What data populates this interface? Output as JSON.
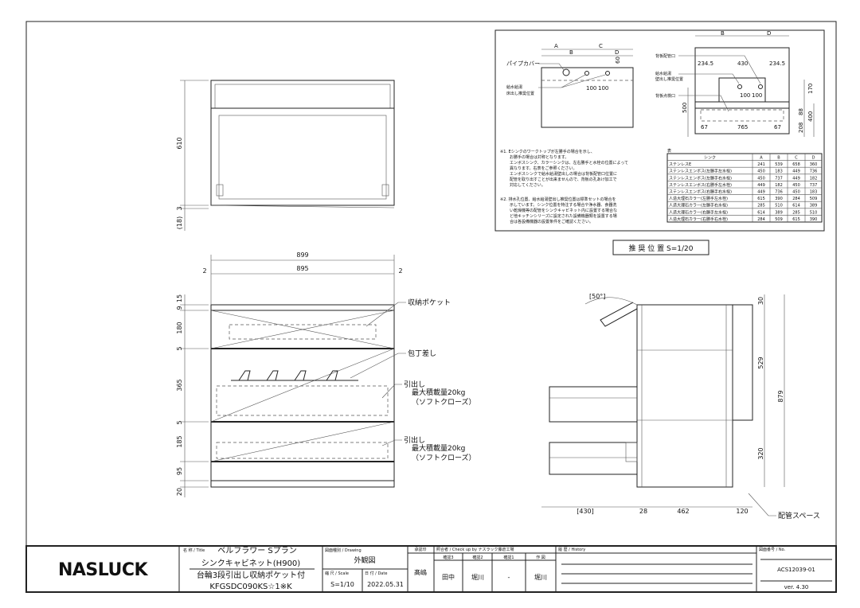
{
  "title_block": {
    "logo": "NASLUCK",
    "title_label": "名 称 / Title",
    "title_line1": "ベルフラワー Sプラン",
    "title_line2": "シンクキャビネット(H900)",
    "title_line3": "台輪3段引出し収納ポケット付",
    "title_line4": "KFGSDC090KS☆1※K",
    "drawing_label": "図面種別 / Drawing",
    "drawing": "外観図",
    "scale_label": "縮 尺 / Scale",
    "scale": "S=1/10",
    "date_label": "日 付 / Date",
    "date": "2022.05.31",
    "approval_label": "承認印",
    "approver": "髙嶋",
    "check_label": "照合者 / Check up by ナスラック藤倉工場",
    "check_cols": [
      "確認3",
      "確認2",
      "確認1",
      "作 図"
    ],
    "check_vals": [
      "田中",
      "堀川",
      "-",
      "堀川"
    ],
    "history_label": "履 歴 / History",
    "number_label": "図面番号 / No.",
    "number": "ACS12039-01",
    "version": "ver. 4.30"
  },
  "plan_view": {
    "dims": [
      "610",
      "3",
      "(18)"
    ]
  },
  "front_view": {
    "width_total": "899",
    "width_inner": "895",
    "side_left": "2",
    "side_right": "2",
    "heights": [
      "15",
      "9",
      "180",
      "5",
      "365",
      "5",
      "185",
      "95",
      "20"
    ],
    "label_pocket": "収納ポケット",
    "label_knife": "包丁差し",
    "drawer1": [
      "引出し",
      "最大積載量20kg",
      "（ソフトクローズ）"
    ],
    "drawer2": [
      "引出し",
      "最大積載量20kg",
      "（ソフトクローズ）"
    ]
  },
  "side_view": {
    "angle": "[50°]",
    "heights": [
      "30",
      "529",
      "879",
      "320"
    ],
    "depths": [
      "[430]",
      "28",
      "462",
      "120"
    ],
    "label_piping": "配管スペース"
  },
  "detail": {
    "caption": "推 奨 位 置 S=1/20",
    "left": {
      "A": "A",
      "B": "B",
      "C": "C",
      "D": "D",
      "pipe_cover": "パイプカバー",
      "floor1": "給水給湯",
      "floor2": "床出し推奨位置",
      "d60": "60",
      "d100a": "100",
      "d100b": "100"
    },
    "right": {
      "B": "B",
      "D": "D",
      "back_port": "背板配管口",
      "wall1": "給水給湯",
      "wall2": "壁出し推奨位置",
      "inspect": "背板点検口",
      "d1": "234.5",
      "d2": "430",
      "d3": "234.5",
      "d100a": "100",
      "d100b": "100",
      "d170": "170",
      "d500": "500",
      "d88": "88",
      "d400": "400",
      "d208": "208",
      "d67a": "67",
      "d765": "765",
      "d67b": "67"
    },
    "notes": [
      "※1. Eシンクのワークトップが左勝手の場合を示し、",
      "お勝手の場合は対称となります。",
      "エンボスシンク、カラーシンクは、左右勝手と水栓の位置によって",
      "異なります。右表をご参照ください。",
      "エンボスシンクで給水給湯壁出しの場合は背板配管口位置に",
      "配管を取り出すことが出来ませんので、背板の孔あけ加工で",
      "対応してください。",
      "※2. 排水孔位置、給水給湯壁出し推奨位置は標準セットの場合を",
      "示しています。シンク位置を特注する場合や浄水器、食器洗",
      "い乾燥機等の配管をシンクキャビネット内に設置する場合な",
      "ど他キッチンシリーズに設定された設備機器類を設置する場",
      "合は各設備機器の設置条件をご確認ください。"
    ],
    "table": {
      "caption": "表",
      "headers": [
        "シンク",
        "A",
        "B",
        "C",
        "D"
      ],
      "rows": [
        [
          "ステンレスE",
          "241",
          "539",
          "658",
          "360"
        ],
        [
          "ステンレスエンボス(左勝手左水栓)",
          "450",
          "183",
          "449",
          "736"
        ],
        [
          "ステンレスエンボス(左勝手右水栓)",
          "450",
          "737",
          "449",
          "182"
        ],
        [
          "ステンレスエンボス(右勝手左水栓)",
          "449",
          "182",
          "450",
          "737"
        ],
        [
          "ステンレスエンボス(右勝手右水栓)",
          "449",
          "736",
          "450",
          "183"
        ],
        [
          "人造大理石カラー(左勝手左水栓)",
          "615",
          "390",
          "284",
          "509"
        ],
        [
          "人造大理石カラー(左勝手右水栓)",
          "285",
          "510",
          "614",
          "389"
        ],
        [
          "人造大理石カラー(右勝手左水栓)",
          "614",
          "389",
          "285",
          "510"
        ],
        [
          "人造大理石カラー(右勝手右水栓)",
          "284",
          "509",
          "615",
          "390"
        ]
      ]
    }
  }
}
